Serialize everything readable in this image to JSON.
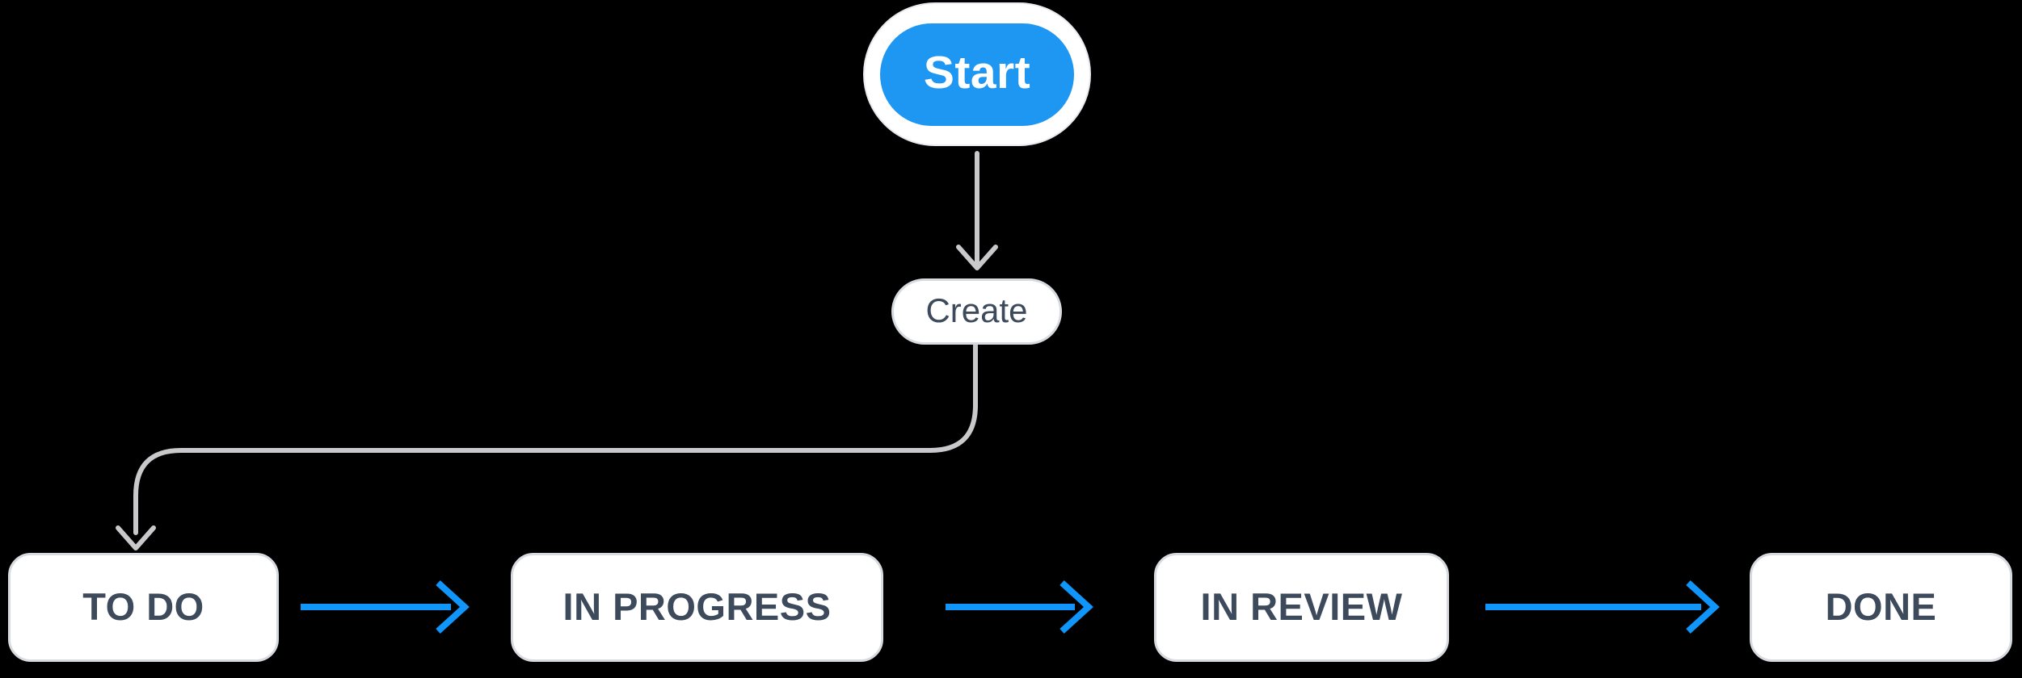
{
  "diagram": {
    "type": "workflow-flowchart",
    "nodes": {
      "start": {
        "label": "Start"
      },
      "create": {
        "label": "Create"
      },
      "todo": {
        "label": "TO DO"
      },
      "in_progress": {
        "label": "IN PROGRESS"
      },
      "in_review": {
        "label": "IN REVIEW"
      },
      "done": {
        "label": "DONE"
      }
    },
    "edges": [
      {
        "from": "Start",
        "to": "Create",
        "style": "gray-arrow"
      },
      {
        "from": "Create",
        "to": "TO DO",
        "style": "gray-elbow-arrow"
      },
      {
        "from": "TO DO",
        "to": "IN PROGRESS",
        "style": "blue-arrow"
      },
      {
        "from": "IN PROGRESS",
        "to": "IN REVIEW",
        "style": "blue-arrow"
      },
      {
        "from": "IN REVIEW",
        "to": "DONE",
        "style": "blue-arrow"
      }
    ],
    "colors": {
      "background": "#000000",
      "node_fill": "#ffffff",
      "node_border": "#d7dbe0",
      "node_text": "#3d4a5c",
      "start_fill": "#1e97f3",
      "start_text": "#ffffff",
      "connector_gray": "#c9c9cb",
      "connector_blue": "#1095fa"
    }
  }
}
